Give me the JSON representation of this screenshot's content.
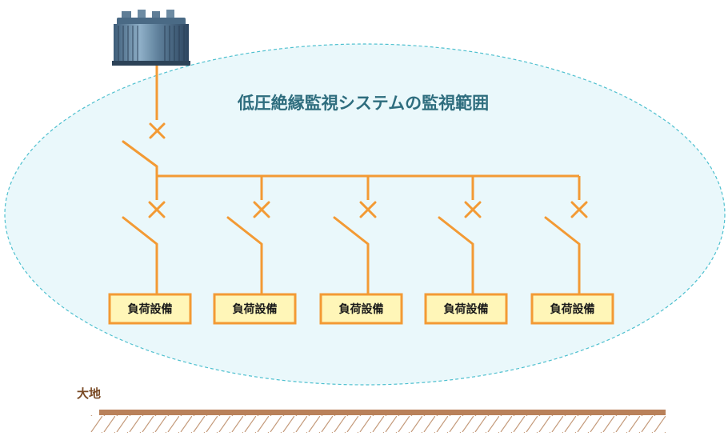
{
  "title": "低圧絶縁監視システムの監視範囲",
  "ground_label": "大地",
  "loads": [
    {
      "label": "負荷設備"
    },
    {
      "label": "負荷設備"
    },
    {
      "label": "負荷設備"
    },
    {
      "label": "負荷設備"
    },
    {
      "label": "負荷設備"
    }
  ],
  "colors": {
    "wire": "#f39a34",
    "load_fill": "#fff6b8",
    "load_border": "#f39a34",
    "zone_fill": "#eaf8fb",
    "zone_border": "#4fc0cf",
    "ground": "#b9815a"
  },
  "icons": {
    "transformer": "transformer-icon",
    "breaker": "breaker-x-icon",
    "switch": "switch-icon"
  }
}
